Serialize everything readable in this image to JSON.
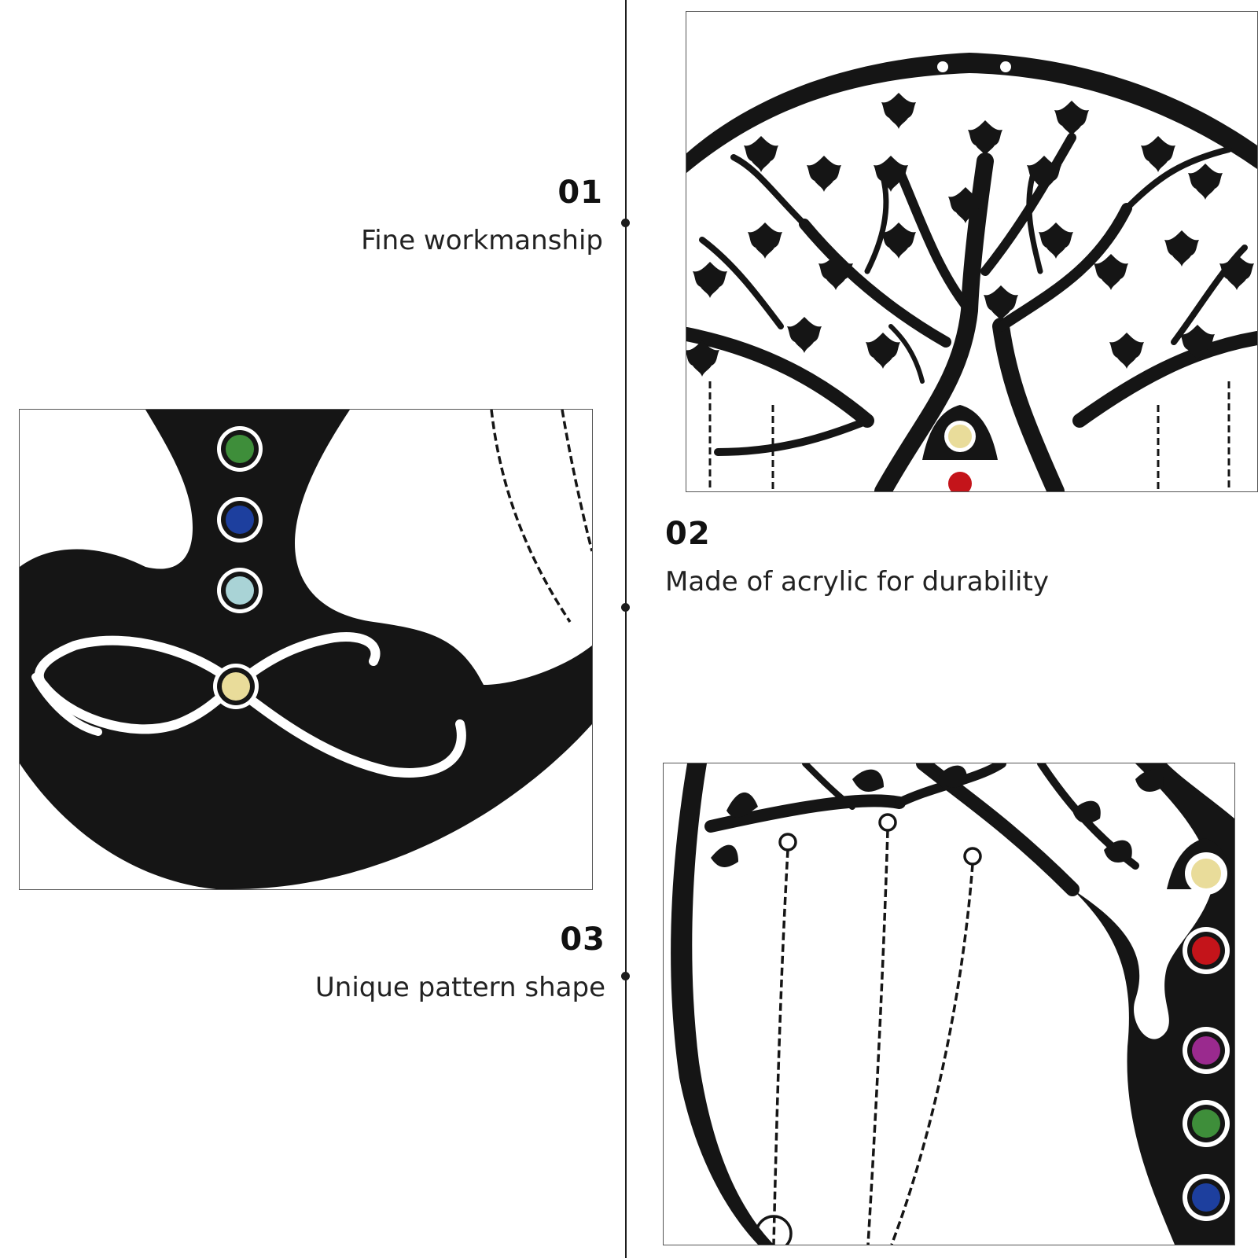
{
  "features": [
    {
      "number": "01",
      "caption": "Fine workmanship"
    },
    {
      "number": "02",
      "caption": "Made of acrylic for durability"
    },
    {
      "number": "03",
      "caption": "Unique pattern shape"
    }
  ],
  "images": [
    {
      "subject": "tree-canopy-closeup"
    },
    {
      "subject": "base-infinity-closeup"
    },
    {
      "subject": "trunk-beads-closeup"
    }
  ],
  "colors": {
    "metal": "#151515",
    "line": "#1c1c1c",
    "bead_green": "#3e8e3a",
    "bead_blue": "#1d3f9e",
    "bead_light": "#a9d3d6",
    "bead_cream": "#e9dc9a",
    "bead_red": "#c4141a",
    "bead_purple": "#9a2a8e"
  }
}
